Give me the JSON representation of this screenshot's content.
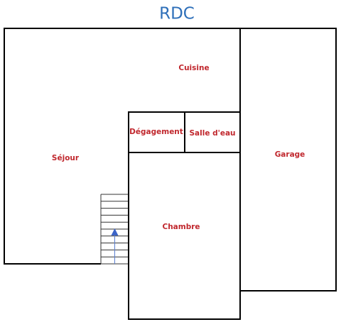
{
  "title": "RDC",
  "rooms": {
    "cuisine": "Cuisine",
    "degagement": "Dégagement",
    "salle_deau": "Salle d'eau",
    "sejour": "Séjour",
    "garage": "Garage",
    "chambre": "Chambre"
  },
  "colors": {
    "title": "#2e6fb9",
    "room_label": "#c0272d",
    "wall": "#000000",
    "stair_arrow": "#3c64c8",
    "stair_center_line": "#5a7fd0"
  },
  "icons": {
    "stair_arrow": "up-arrow-icon"
  }
}
